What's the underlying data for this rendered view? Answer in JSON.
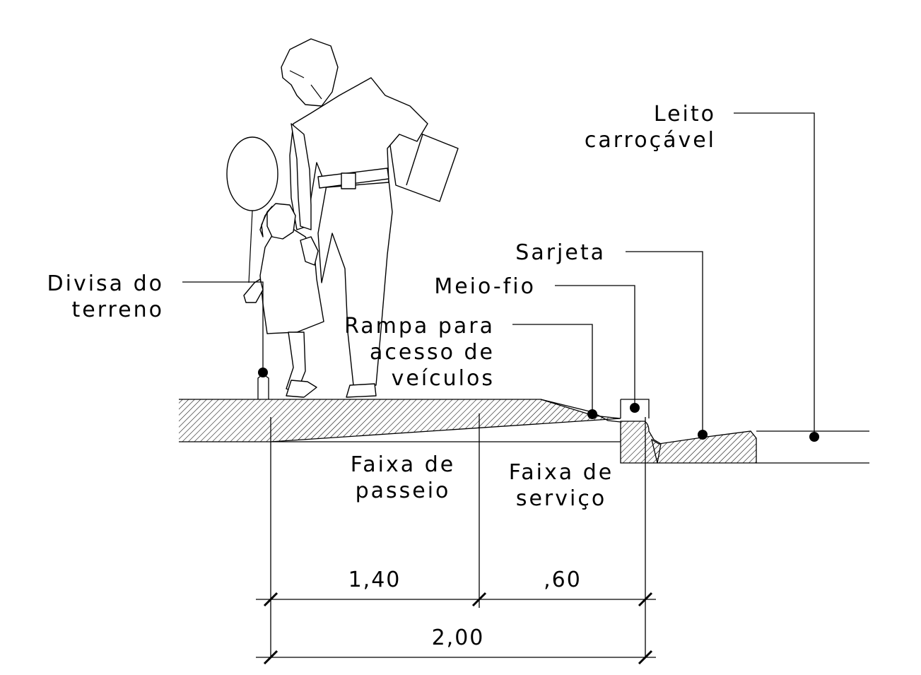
{
  "labels": {
    "leito_line1": "Leito",
    "leito_line2": "carroçável",
    "sarjeta": "Sarjeta",
    "meio_fio": "Meio-fio",
    "rampa_line1": "Rampa para",
    "rampa_line2": "acesso de",
    "rampa_line3": "veículos",
    "divisa_line1": "Divisa do",
    "divisa_line2": "terreno",
    "faixa_passeio_line1": "Faixa de",
    "faixa_passeio_line2": "passeio",
    "faixa_servico_line1": "Faixa de",
    "faixa_servico_line2": "serviço"
  },
  "dimensions": {
    "passeio": "1,40",
    "servico": ",60",
    "total": "2,00"
  }
}
